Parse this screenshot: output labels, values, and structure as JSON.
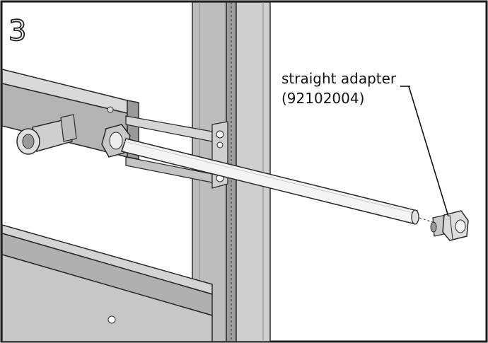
{
  "step": {
    "number": "3"
  },
  "callout": {
    "name": "straight adapter",
    "part_number": "(92102004)"
  },
  "colors": {
    "frame": "#1a1a1a",
    "metal_light": "#d8d8d8",
    "metal_mid": "#b8b8b8",
    "metal_dark": "#8c8c8c",
    "outline": "#2a2a2a"
  },
  "icons": {
    "step_badge": "outlined-digit"
  }
}
